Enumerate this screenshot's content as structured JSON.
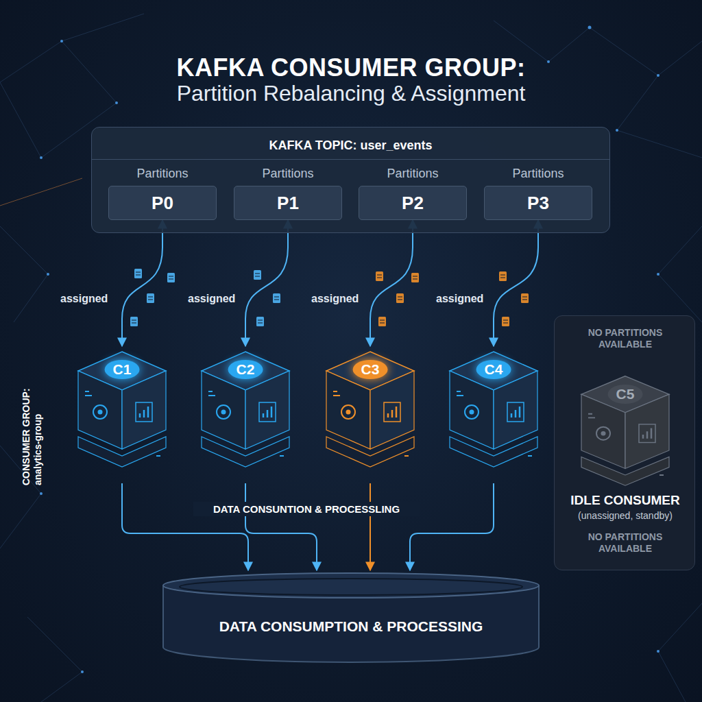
{
  "diagram": {
    "title": "KAFKA CONSUMER GROUP:",
    "nodes": [
      {
        "text": [
          "KAFKA TOPIC: user_events"
        ]
      },
      {
        "text": [
          "Partitions",
          "P0"
        ],
        "in": 0
      },
      {
        "text": [
          "Partitions",
          "P1"
        ],
        "in": 0
      },
      {
        "text": [
          "Partitions",
          "P2"
        ],
        "in": 0
      },
      {
        "text": [
          "Partitions",
          "P3"
        ],
        "in": 0
      },
      {
        "text": [
          "C1"
        ]
      },
      {
        "text": [
          "C2"
        ]
      },
      {
        "text": [
          "C3"
        ]
      },
      {
        "text": [
          "C4"
        ]
      },
      {
        "text": [
          "NO PARTITIONS AVAILABLE",
          "IDLE CONSUMER",
          "(unassigned, standby)",
          "NO PARTITIONS AVAILABLE"
        ]
      },
      {
        "text": [
          "C5"
        ],
        "in": 9
      },
      {
        "text": [
          "DATA CONSUMPTION & PROCESSING"
        ]
      }
    ],
    "edges": [
      {
        "from": 1,
        "to": 5,
        "arrow": "both",
        "label": "assigned"
      },
      {
        "from": 2,
        "to": 6,
        "arrow": "both",
        "label": "assigned"
      },
      {
        "from": 3,
        "to": 7,
        "arrow": "both",
        "label": "assigned"
      },
      {
        "from": 4,
        "to": 8,
        "arrow": "both",
        "label": "assigned"
      },
      {
        "from": 5,
        "to": 11,
        "arrow": "to"
      },
      {
        "from": 6,
        "to": 11,
        "arrow": "to"
      },
      {
        "from": 7,
        "to": 11,
        "arrow": "to"
      },
      {
        "from": 8,
        "to": 11,
        "arrow": "to"
      }
    ],
    "labels": [
      "Partition Rebalancing & Assignment",
      "CONSUMER GROUP: analytics-group",
      "DATA CONSUNTION & PROCESSLING"
    ]
  }
}
